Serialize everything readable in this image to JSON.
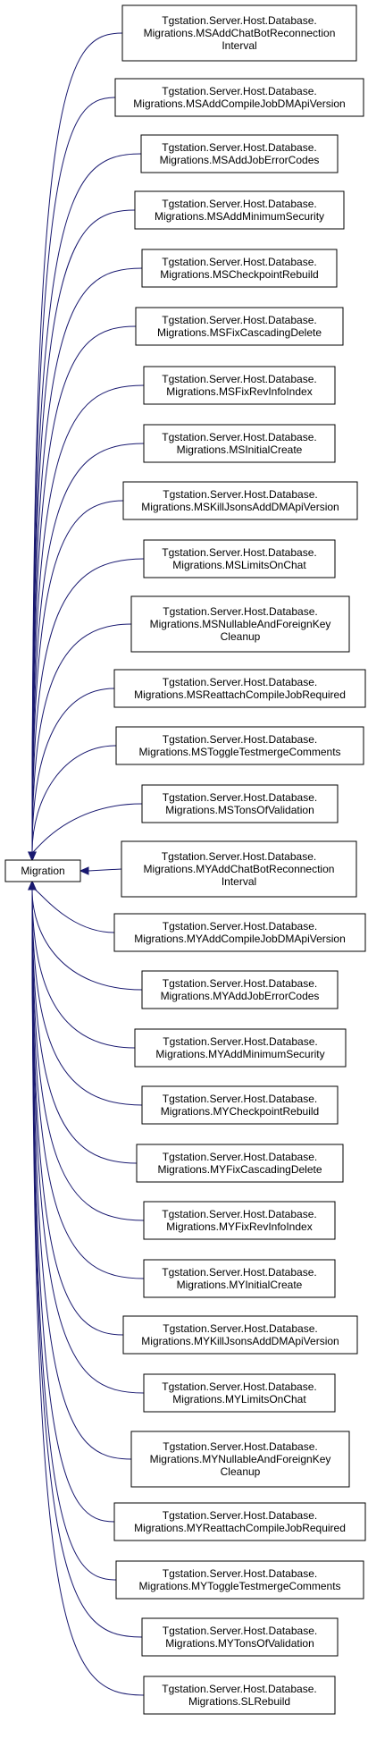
{
  "diagram": {
    "base_class": "Migration",
    "derived_classes": [
      [
        "Tgstation.Server.Host.Database.",
        "Migrations.MSAddChatBotReconnection",
        "Interval"
      ],
      [
        "Tgstation.Server.Host.Database.",
        "Migrations.MSAddCompileJobDMApiVersion"
      ],
      [
        "Tgstation.Server.Host.Database.",
        "Migrations.MSAddJobErrorCodes"
      ],
      [
        "Tgstation.Server.Host.Database.",
        "Migrations.MSAddMinimumSecurity"
      ],
      [
        "Tgstation.Server.Host.Database.",
        "Migrations.MSCheckpointRebuild"
      ],
      [
        "Tgstation.Server.Host.Database.",
        "Migrations.MSFixCascadingDelete"
      ],
      [
        "Tgstation.Server.Host.Database.",
        "Migrations.MSFixRevInfoIndex"
      ],
      [
        "Tgstation.Server.Host.Database.",
        "Migrations.MSInitialCreate"
      ],
      [
        "Tgstation.Server.Host.Database.",
        "Migrations.MSKillJsonsAddDMApiVersion"
      ],
      [
        "Tgstation.Server.Host.Database.",
        "Migrations.MSLimitsOnChat"
      ],
      [
        "Tgstation.Server.Host.Database.",
        "Migrations.MSNullableAndForeignKey",
        "Cleanup"
      ],
      [
        "Tgstation.Server.Host.Database.",
        "Migrations.MSReattachCompileJobRequired"
      ],
      [
        "Tgstation.Server.Host.Database.",
        "Migrations.MSToggleTestmergeComments"
      ],
      [
        "Tgstation.Server.Host.Database.",
        "Migrations.MSTonsOfValidation"
      ],
      [
        "Tgstation.Server.Host.Database.",
        "Migrations.MYAddChatBotReconnection",
        "Interval"
      ],
      [
        "Tgstation.Server.Host.Database.",
        "Migrations.MYAddCompileJobDMApiVersion"
      ],
      [
        "Tgstation.Server.Host.Database.",
        "Migrations.MYAddJobErrorCodes"
      ],
      [
        "Tgstation.Server.Host.Database.",
        "Migrations.MYAddMinimumSecurity"
      ],
      [
        "Tgstation.Server.Host.Database.",
        "Migrations.MYCheckpointRebuild"
      ],
      [
        "Tgstation.Server.Host.Database.",
        "Migrations.MYFixCascadingDelete"
      ],
      [
        "Tgstation.Server.Host.Database.",
        "Migrations.MYFixRevInfoIndex"
      ],
      [
        "Tgstation.Server.Host.Database.",
        "Migrations.MYInitialCreate"
      ],
      [
        "Tgstation.Server.Host.Database.",
        "Migrations.MYKillJsonsAddDMApiVersion"
      ],
      [
        "Tgstation.Server.Host.Database.",
        "Migrations.MYLimitsOnChat"
      ],
      [
        "Tgstation.Server.Host.Database.",
        "Migrations.MYNullableAndForeignKey",
        "Cleanup"
      ],
      [
        "Tgstation.Server.Host.Database.",
        "Migrations.MYReattachCompileJobRequired"
      ],
      [
        "Tgstation.Server.Host.Database.",
        "Migrations.MYToggleTestmergeComments"
      ],
      [
        "Tgstation.Server.Host.Database.",
        "Migrations.MYTonsOfValidation"
      ],
      [
        "Tgstation.Server.Host.Database.",
        "Migrations.SLRebuild"
      ]
    ],
    "colors": {
      "edge": "#191970",
      "box_border": "#000000",
      "box_fill": "#ffffff",
      "text": "#000000"
    }
  }
}
